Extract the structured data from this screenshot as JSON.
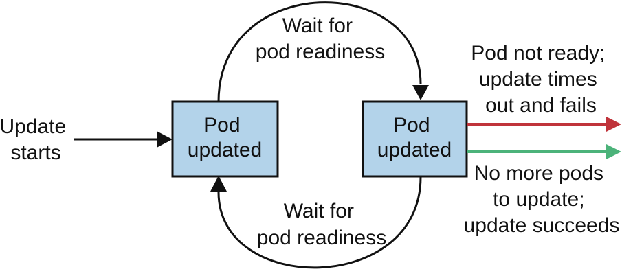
{
  "input_label": [
    "Update",
    "starts"
  ],
  "nodes": [
    {
      "id": "pod-left",
      "label": [
        "Pod",
        "updated"
      ]
    },
    {
      "id": "pod-right",
      "label": [
        "Pod",
        "updated"
      ]
    }
  ],
  "loops": {
    "top": [
      "Wait for",
      "pod readiness"
    ],
    "bottom": [
      "Wait for",
      "pod readiness"
    ]
  },
  "outcomes": {
    "failure": {
      "label": [
        "Pod not ready;",
        "update times",
        "out and fails"
      ],
      "color": "#c0343b"
    },
    "success": {
      "label": [
        "No more pods",
        "to update;",
        "update succeeds"
      ],
      "color": "#4cb37a"
    }
  }
}
